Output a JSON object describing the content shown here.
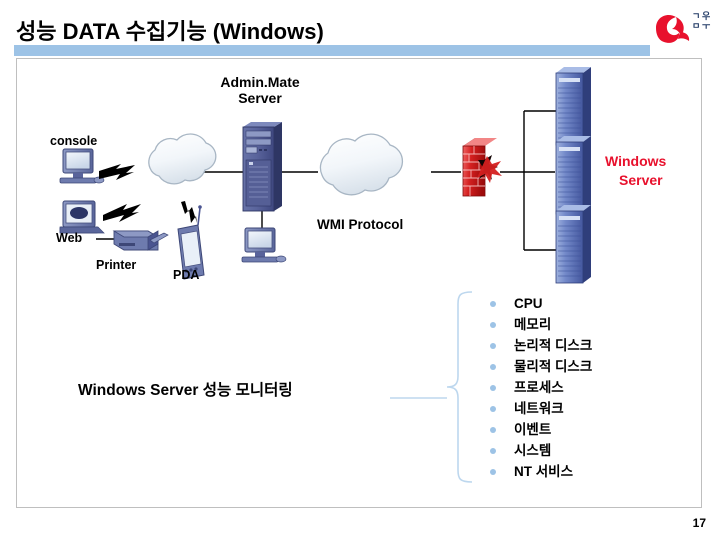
{
  "slide": {
    "title": "성능 DATA 수집기능 (Windows)",
    "page_number": "17",
    "accent_bar_color": "#9DC3E6",
    "frame_border_color": "#BFBFBF"
  },
  "logo": {
    "name": "company-logo",
    "mark_color": "#E8112D",
    "text_top": "쿠우",
    "text_bottom": "미"
  },
  "diagram": {
    "labels": {
      "adminmate_server": "Admin.Mate\nServer",
      "adminmate_server_line1": "Admin.Mate",
      "adminmate_server_line2": "Server",
      "console": "console",
      "web": "Web",
      "printer": "Printer",
      "pda": "PDA",
      "wmi_protocol": "WMI Protocol",
      "windows_server_line1": "Windows",
      "windows_server_line2": "Server",
      "monitoring_caption": "Windows Server 성능 모니터링"
    },
    "colors": {
      "cloud_fill": "#EDF2F7",
      "cloud_stroke": "#A8B6C4",
      "server_tower": "#4A5490",
      "windows_server": "#5B78C4",
      "firewall": "#D32020",
      "monitor": "#6E7BAE",
      "link_line": "#000000",
      "windows_server_label": "#E8112D"
    },
    "icon_names": [
      "console-monitor-icon",
      "web-monitor-icon",
      "printer-icon",
      "pda-icon",
      "cloud-icon-left",
      "cloud-icon-right",
      "adminmate-server-tower-icon",
      "adminmate-console-monitor-icon",
      "firewall-icon",
      "windows-server-rack-icon"
    ]
  },
  "metrics": {
    "brace_color": "#BDD7EE",
    "bullet_color": "#9DC3E6",
    "items": [
      "CPU",
      "메모리",
      "논리적 디스크",
      "물리적 디스크",
      "프로세스",
      "네트워크",
      "이벤트",
      "시스템",
      "NT 서비스"
    ]
  }
}
